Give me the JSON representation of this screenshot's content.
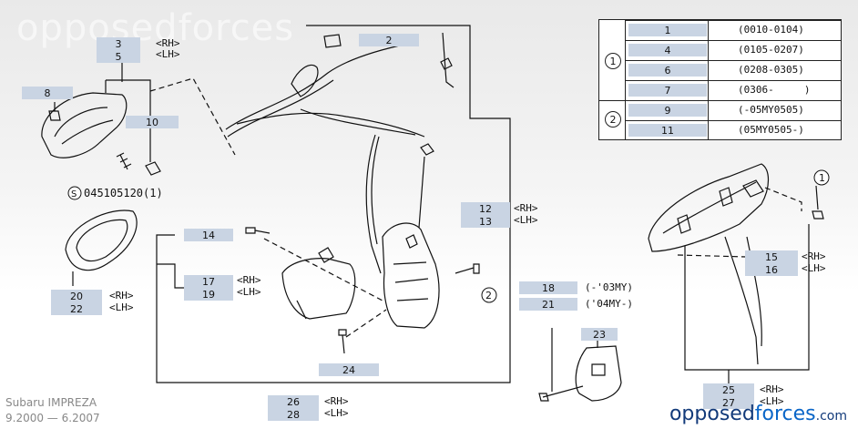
{
  "watermark": {
    "top_text": "opposedforces",
    "brand_a": "opposed",
    "brand_b": "forces",
    "brand_c": ".com"
  },
  "model": {
    "name": "Subaru IMPREZA",
    "years": "9.2000 — 6.2007"
  },
  "callouts": {
    "c1": "1",
    "c2": "2",
    "c3": "3",
    "c5": "5",
    "c8": "8",
    "c10": "10",
    "c12": "12",
    "c13": "13",
    "c14": "14",
    "c15": "15",
    "c16": "16",
    "c17": "17",
    "c18": "18",
    "c19": "19",
    "c20": "20",
    "c21": "21",
    "c22": "22",
    "c23": "23",
    "c24": "24",
    "c25": "25",
    "c26": "26",
    "c27": "27",
    "c28": "28"
  },
  "variants": {
    "rh": "<RH>",
    "lh": "<LH>",
    "my03": "(-'03MY)",
    "my04": "('04MY-)",
    "screw_code": "045105120(1)",
    "screw_mark": "S",
    "ref1": "1",
    "ref2": "2"
  },
  "legend": {
    "group1": "1",
    "group2": "2",
    "rows": [
      {
        "part": "1",
        "range": "(0010-0104)"
      },
      {
        "part": "4",
        "range": "(0105-0207)"
      },
      {
        "part": "6",
        "range": "(0208-0305)"
      },
      {
        "part": "7",
        "range": "(0306-     )"
      },
      {
        "part": "9",
        "range": "(-05MY0505)"
      },
      {
        "part": "11",
        "range": "(05MY0505-)"
      }
    ]
  }
}
